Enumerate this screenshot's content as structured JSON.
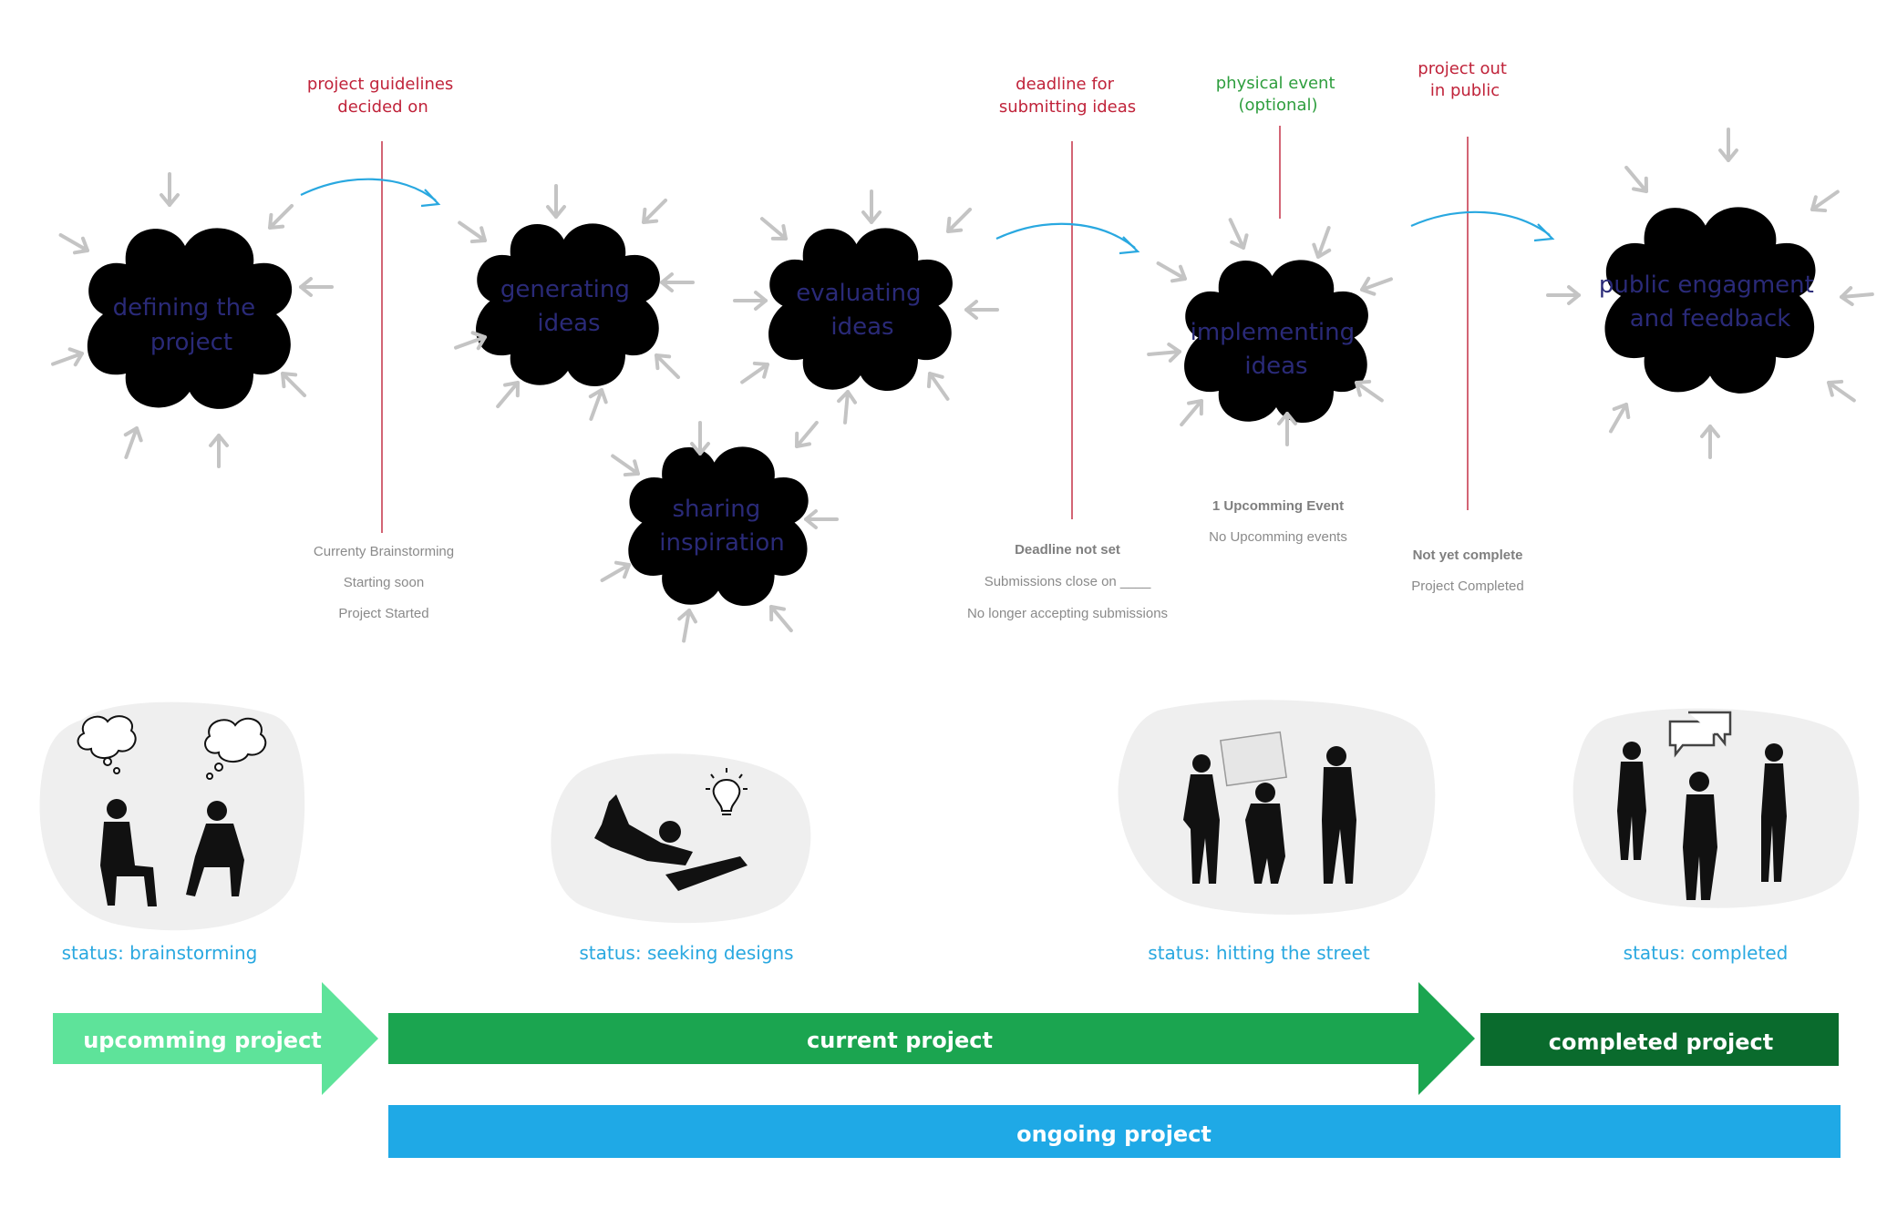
{
  "milestones": [
    {
      "line1": "project guidelines",
      "line2": "decided on",
      "color": "#c0233a"
    },
    {
      "line1": "deadline for",
      "line2": "submitting ideas",
      "color": "#c0233a"
    },
    {
      "line1": "physical event",
      "line2": "(optional)",
      "color": "#2e9e3e"
    },
    {
      "line1": "project out",
      "line2": "in public",
      "color": "#c0233a"
    }
  ],
  "stages": [
    {
      "line1": "defining the",
      "line2": "project"
    },
    {
      "line1": "generating",
      "line2": "ideas"
    },
    {
      "line1": "evaluating",
      "line2": "ideas"
    },
    {
      "line1": "sharing",
      "line2": "inspiration"
    },
    {
      "line1": "implementing",
      "line2": "ideas"
    },
    {
      "line1": "public engagment",
      "line2": "and feedback"
    }
  ],
  "status_lists": [
    {
      "items": [
        {
          "text": "Currenty Brainstorming",
          "bold": false
        },
        {
          "text": "Starting soon",
          "bold": false
        },
        {
          "text": "Project Started",
          "bold": false
        }
      ]
    },
    {
      "items": [
        {
          "text": "Deadline not set",
          "bold": true
        },
        {
          "text": "Submissions close on ____",
          "bold": false
        },
        {
          "text": "No longer accepting submissions",
          "bold": false
        }
      ]
    },
    {
      "items": [
        {
          "text": "1 Upcomming Event",
          "bold": true
        },
        {
          "text": "No Upcomming events",
          "bold": false
        }
      ]
    },
    {
      "items": [
        {
          "text": "Not yet complete",
          "bold": true
        },
        {
          "text": "Project Completed",
          "bold": false
        }
      ]
    }
  ],
  "status_captions": [
    "status: brainstorming",
    "status: seeking designs",
    "status: hitting the street",
    "status: completed"
  ],
  "icons": [
    "thought-bubble-icon",
    "lightbulb-icon",
    "speech-bubble-icon",
    "people-silhouette-icon"
  ],
  "bars": {
    "upcoming": {
      "label": "upcomming project",
      "color": "#5ee39a"
    },
    "current": {
      "label": "current project",
      "color": "#1ba550"
    },
    "completed": {
      "label": "completed project",
      "color": "#0a6b2d"
    },
    "ongoing": {
      "label": "ongoing project",
      "color": "#1fa9e6"
    }
  },
  "colors": {
    "cloud_stroke": "#cfcfcf",
    "stage_text": "#2a2a78",
    "status_caption": "#29a8e0",
    "arc": "#29a8e0"
  }
}
